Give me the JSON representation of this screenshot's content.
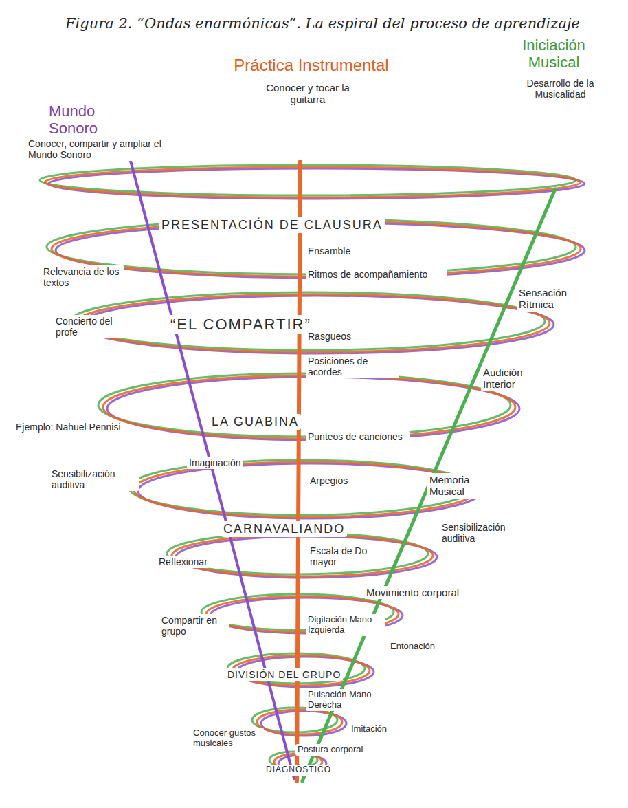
{
  "diagram": {
    "title": "Figura 2. “Ondas enarmónicas”. La espiral del proceso de aprendizaje",
    "labels": [
      "Iniciación Musical",
      "Desarrollo de la Musicalidad",
      "Práctica Instrumental",
      "Conocer y tocar la guitarra",
      "Mundo Sonoro",
      "Conocer, compartir y ampliar el Mundo Sonoro",
      "PRESENTACIÓN DE CLAUSURA",
      "Ensamble",
      "Relevancia de los textos",
      "Ritmos de acompañamiento",
      "Sensación Rítmica",
      "Concierto del profe",
      "“EL COMPARTIR”",
      "Rasgueos",
      "Posiciones de acordes",
      "Audición Interior",
      "Ejemplo: Nahuel Pennisi",
      "LA GUABINA",
      "Punteos de canciones",
      "Imaginación",
      "Sensibilización auditiva",
      "Arpegios",
      "Memoria Musical",
      "CARNAVALIANDO",
      "Sensibilización auditiva",
      "Escala de Do mayor",
      "Reflexionar",
      "Movimiento corporal",
      "Compartir en grupo",
      "Digitación Mano Izquierda",
      "Entonación",
      "DIVISIÓN DEL GRUPO",
      "Pulsación Mano Derecha",
      "Conocer gustos musicales",
      "Imitación",
      "Postura corporal",
      "DIAGNÓSTICO"
    ]
  }
}
